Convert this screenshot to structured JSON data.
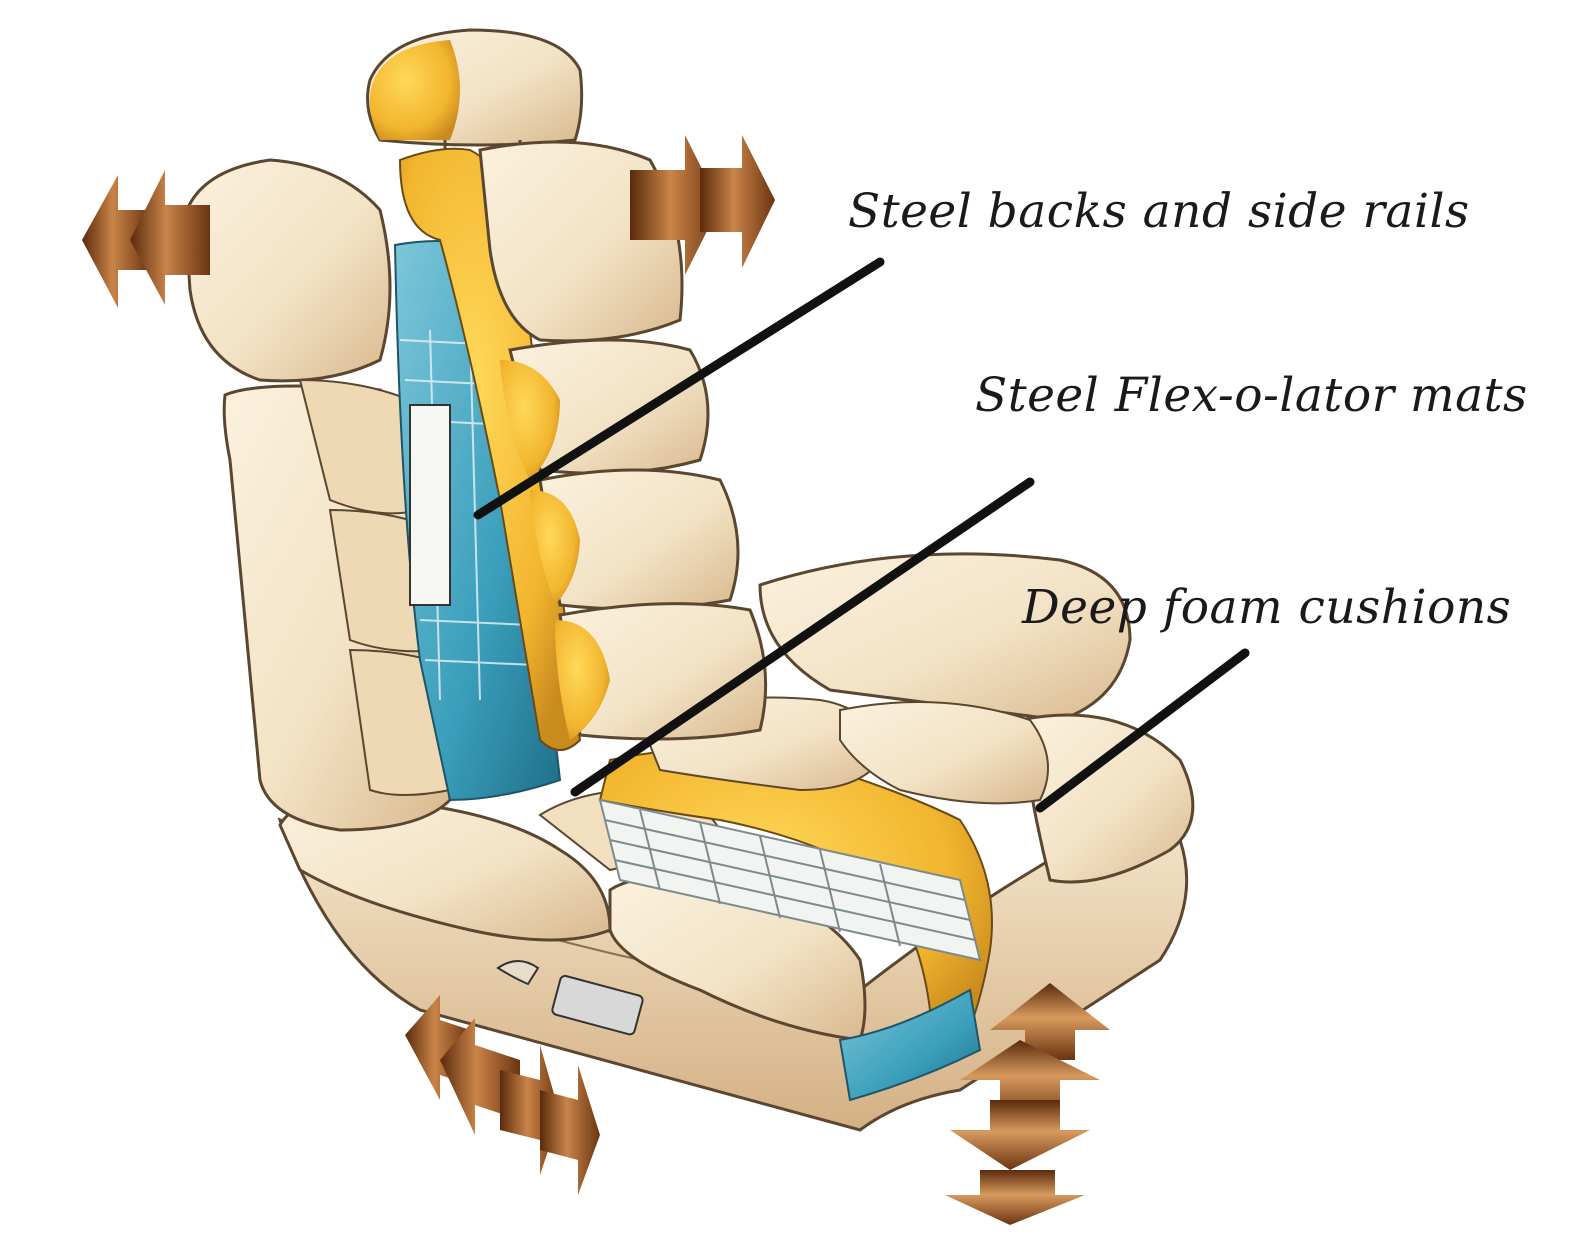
{
  "callouts": [
    {
      "id": "steel_backs",
      "label": "Steel backs and side rails"
    },
    {
      "id": "flex_mats",
      "label": "Steel Flex-o-lator mats"
    },
    {
      "id": "deep_foam",
      "label": "Deep foam cushions"
    }
  ],
  "colors": {
    "upholstery": "#f3e3c6",
    "upholstery_shade": "#dfc49c",
    "foam": "#f5c23a",
    "frame_steel": "#3fa3bf",
    "arrow": "#8b4a1c",
    "leader_line": "#111111"
  },
  "adjustment_arrows": [
    "headrest-lateral",
    "bolster-lateral",
    "seat-fore-aft",
    "seat-height"
  ]
}
